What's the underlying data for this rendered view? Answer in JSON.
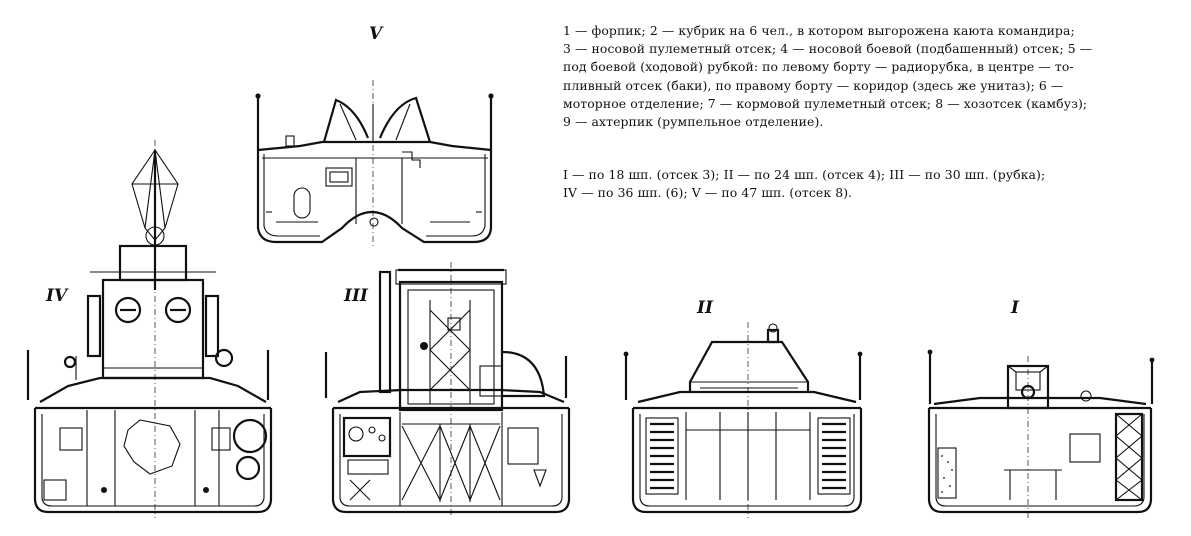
{
  "colors": {
    "ink": "#111111",
    "paper": "#ffffff"
  },
  "sections": {
    "v": {
      "label": "V"
    },
    "iv": {
      "label": "IV"
    },
    "iii": {
      "label": "III"
    },
    "ii": {
      "label": "II"
    },
    "i": {
      "label": "I"
    }
  },
  "legend_compartments": [
    "1 — форпик; 2 — кубрик на 6 чел., в котором выгорожена каюта командира;",
    "3 — носовой пулеметный отсек; 4 — носовой боевой (подбашенный) отсек; 5 —",
    "под боевой (ходовой) рубкой: по левому борту — радиорубка, в центре — то-",
    "пливный отсек (баки), по правому борту — коридор (здесь же унитаз); 6 —",
    "моторное отделение; 7 — кормовой пулеметный отсек; 8 — хозотсек (камбуз);",
    "9 — ахтерпик (румпельное отделение)."
  ],
  "legend_frames": [
    "I — по 18 шп. (отсек 3); II — по 24 шп. (отсек 4); III — по 30 шп. (рубка);",
    "IV — по 36 шп. (6); V — по 47 шп. (отсек 8)."
  ]
}
